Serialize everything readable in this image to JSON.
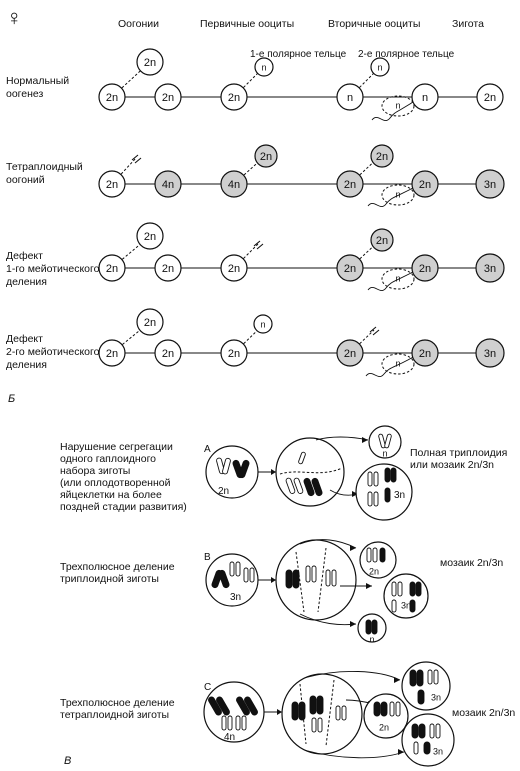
{
  "female_symbol": "♀",
  "headers": [
    "Оогонии",
    "Первичные ооциты",
    "Вторичные ооциты",
    "Зигота"
  ],
  "polar_labels": {
    "first": "1-е полярное тельце",
    "second": "2-е полярное тельце"
  },
  "section_b_label": "Б",
  "section_v_label": "В",
  "rows": [
    {
      "label": [
        "Нормальный",
        "оогенез"
      ],
      "cells": [
        "2n",
        "2n",
        "2n",
        "2n",
        "n",
        "n",
        "n",
        "2n"
      ]
    },
    {
      "label": [
        "Тетраплоидный",
        "оогоний"
      ],
      "cells": [
        "2n",
        "4n",
        "4n",
        "2n",
        "2n",
        "2n",
        "n",
        "3n"
      ]
    },
    {
      "label": [
        "Дефект",
        "1-го мейотического",
        "деления"
      ],
      "cells": [
        "2n",
        "2n",
        "2n",
        "2n",
        "2n",
        "2n",
        "n",
        "3n"
      ]
    },
    {
      "label": [
        "Дефект",
        "2-го мейотического",
        "деления"
      ],
      "cells": [
        "2n",
        "2n",
        "2n",
        "n",
        "2n",
        "2n",
        "n",
        "3n"
      ]
    }
  ],
  "scenarios": [
    {
      "letter": "A",
      "label": [
        "Нарушение сегрегации",
        "одного гаплоидного",
        "набора зиготы",
        "(или оплодотворенной",
        "яйцеклетки на более",
        "поздней стадии развития)"
      ],
      "start": "2n",
      "result": [
        "Полная триплоидия",
        "или мозаик 2n/3n"
      ],
      "outs": [
        "n",
        "3n"
      ]
    },
    {
      "letter": "B",
      "label": [
        "Трехполюсное деление",
        "триплоидной зиготы"
      ],
      "start": "3n",
      "result": [
        "мозаик 2n/3n"
      ],
      "outs": [
        "2n",
        "3n",
        "n"
      ]
    },
    {
      "letter": "C",
      "label": [
        "Трехполюсное деление",
        "тетраплоидной зиготы"
      ],
      "start": "4n",
      "result": [
        "мозаик 2n/3n"
      ],
      "outs": [
        "3n",
        "2n",
        "3n"
      ]
    }
  ]
}
